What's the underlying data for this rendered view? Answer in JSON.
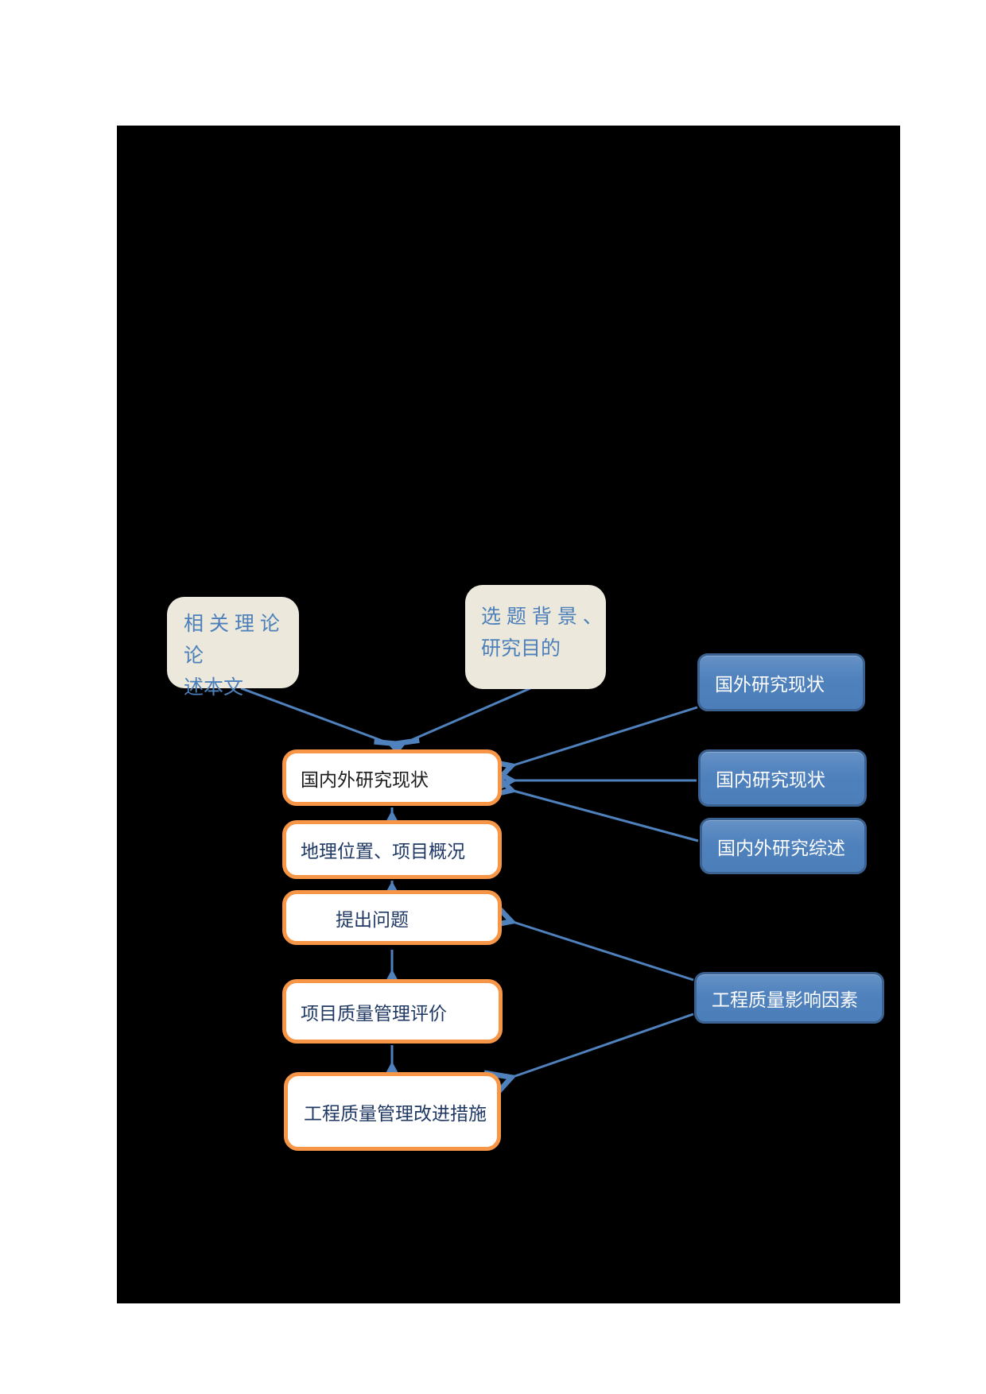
{
  "page": {
    "background": "#ffffff"
  },
  "canvas": {
    "background": "#000000"
  },
  "palette": {
    "arrow_blue": "#4f81bd",
    "beige_fill": "#ece9dc",
    "beige_text_blue": "#4d80ba",
    "blue_box_fill": "#4f81bd",
    "blue_box_border": "#3a618f",
    "blue_box_text": "#ffffff",
    "orange_border": "#f79646",
    "center_box_fill": "#ffffff",
    "center_text_black": "#1c1c1c",
    "center_text_navy": "#1f3864"
  },
  "nodes": {
    "related_theory": {
      "line1": "相 关 理 论 论",
      "line2": "述本文"
    },
    "topic_background": {
      "line1": "选 题 背 景 、",
      "line2": "研究目的"
    },
    "foreign_research": {
      "label": "国外研究现状"
    },
    "domestic_research": {
      "label": "国内研究现状"
    },
    "research_review": {
      "label": "国内外研究综述"
    },
    "quality_factors": {
      "label": "工程质量影响因素"
    },
    "research_status": {
      "label": "国内外研究现状"
    },
    "location_overview": {
      "label": "地理位置、项目概况"
    },
    "raise_question": {
      "label": "提出问题"
    },
    "quality_evaluation": {
      "label": "项目质量管理评价"
    },
    "improvement_measures": {
      "label": "工程质量管理改进措施"
    }
  },
  "edges": [
    {
      "from": "related-theory",
      "to": "research-status"
    },
    {
      "from": "topic-background",
      "to": "research-status"
    },
    {
      "from": "foreign-research",
      "to": "research-status"
    },
    {
      "from": "domestic-research",
      "to": "research-status"
    },
    {
      "from": "research-review",
      "to": "research-status"
    },
    {
      "from": "research-status",
      "to": "location-overview"
    },
    {
      "from": "location-overview",
      "to": "raise-question"
    },
    {
      "from": "raise-question",
      "to": "quality-evaluation"
    },
    {
      "from": "quality-evaluation",
      "to": "improvement-measures"
    },
    {
      "from": "quality-factors",
      "to": "raise-question"
    },
    {
      "from": "quality-factors",
      "to": "improvement-measures"
    }
  ]
}
